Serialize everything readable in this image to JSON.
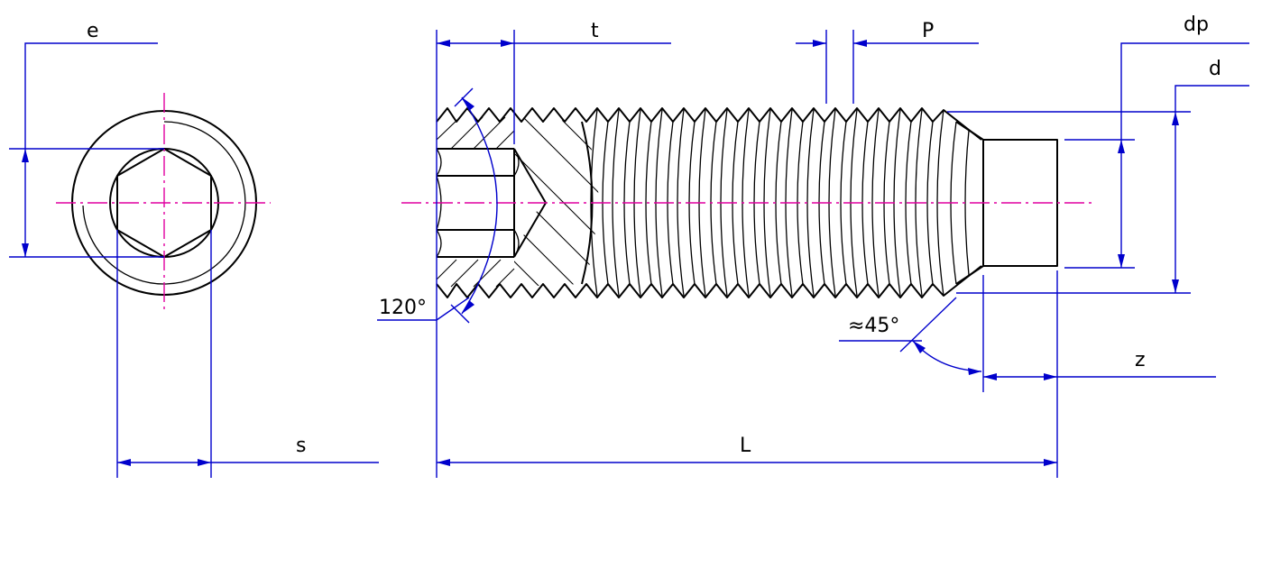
{
  "labels": {
    "e": "e",
    "s": "s",
    "t": "t",
    "P": "P",
    "dp": "dp",
    "d": "d",
    "L": "L",
    "z": "z",
    "angle_drill": "120°",
    "angle_chamfer": "≈45°"
  },
  "colors": {
    "outline": "#000000",
    "dimension": "#0000cc",
    "centerline": "#e000a0",
    "background": "#ffffff"
  }
}
